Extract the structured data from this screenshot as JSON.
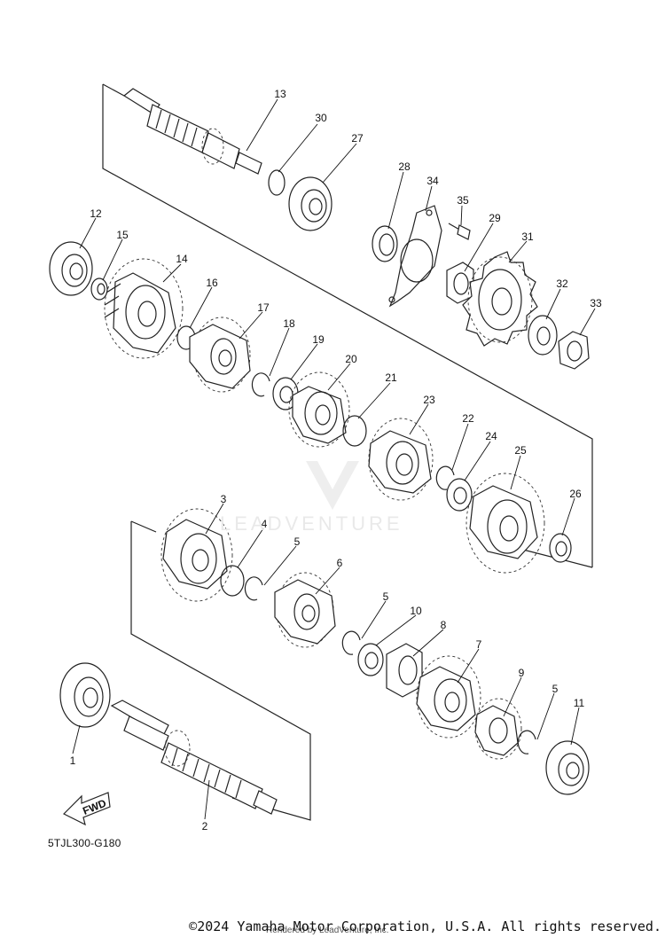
{
  "diagram": {
    "callouts": [
      "1",
      "2",
      "3",
      "4",
      "5",
      "5",
      "5",
      "5",
      "6",
      "7",
      "8",
      "9",
      "10",
      "11",
      "12",
      "13",
      "14",
      "15",
      "16",
      "17",
      "18",
      "19",
      "20",
      "21",
      "22",
      "23",
      "24",
      "25",
      "26",
      "27",
      "28",
      "29",
      "30",
      "31",
      "32",
      "33",
      "34",
      "35"
    ],
    "fwd_label": "FWD",
    "diagram_code": "5TJL300-G180"
  },
  "footer": {
    "watermark": "LEADVENTURE",
    "copyright": "©2024 Yamaha Motor Corporation, U.S.A. All rights reserved.",
    "rendered_by": "Rendered by LeadVenture, Inc."
  }
}
